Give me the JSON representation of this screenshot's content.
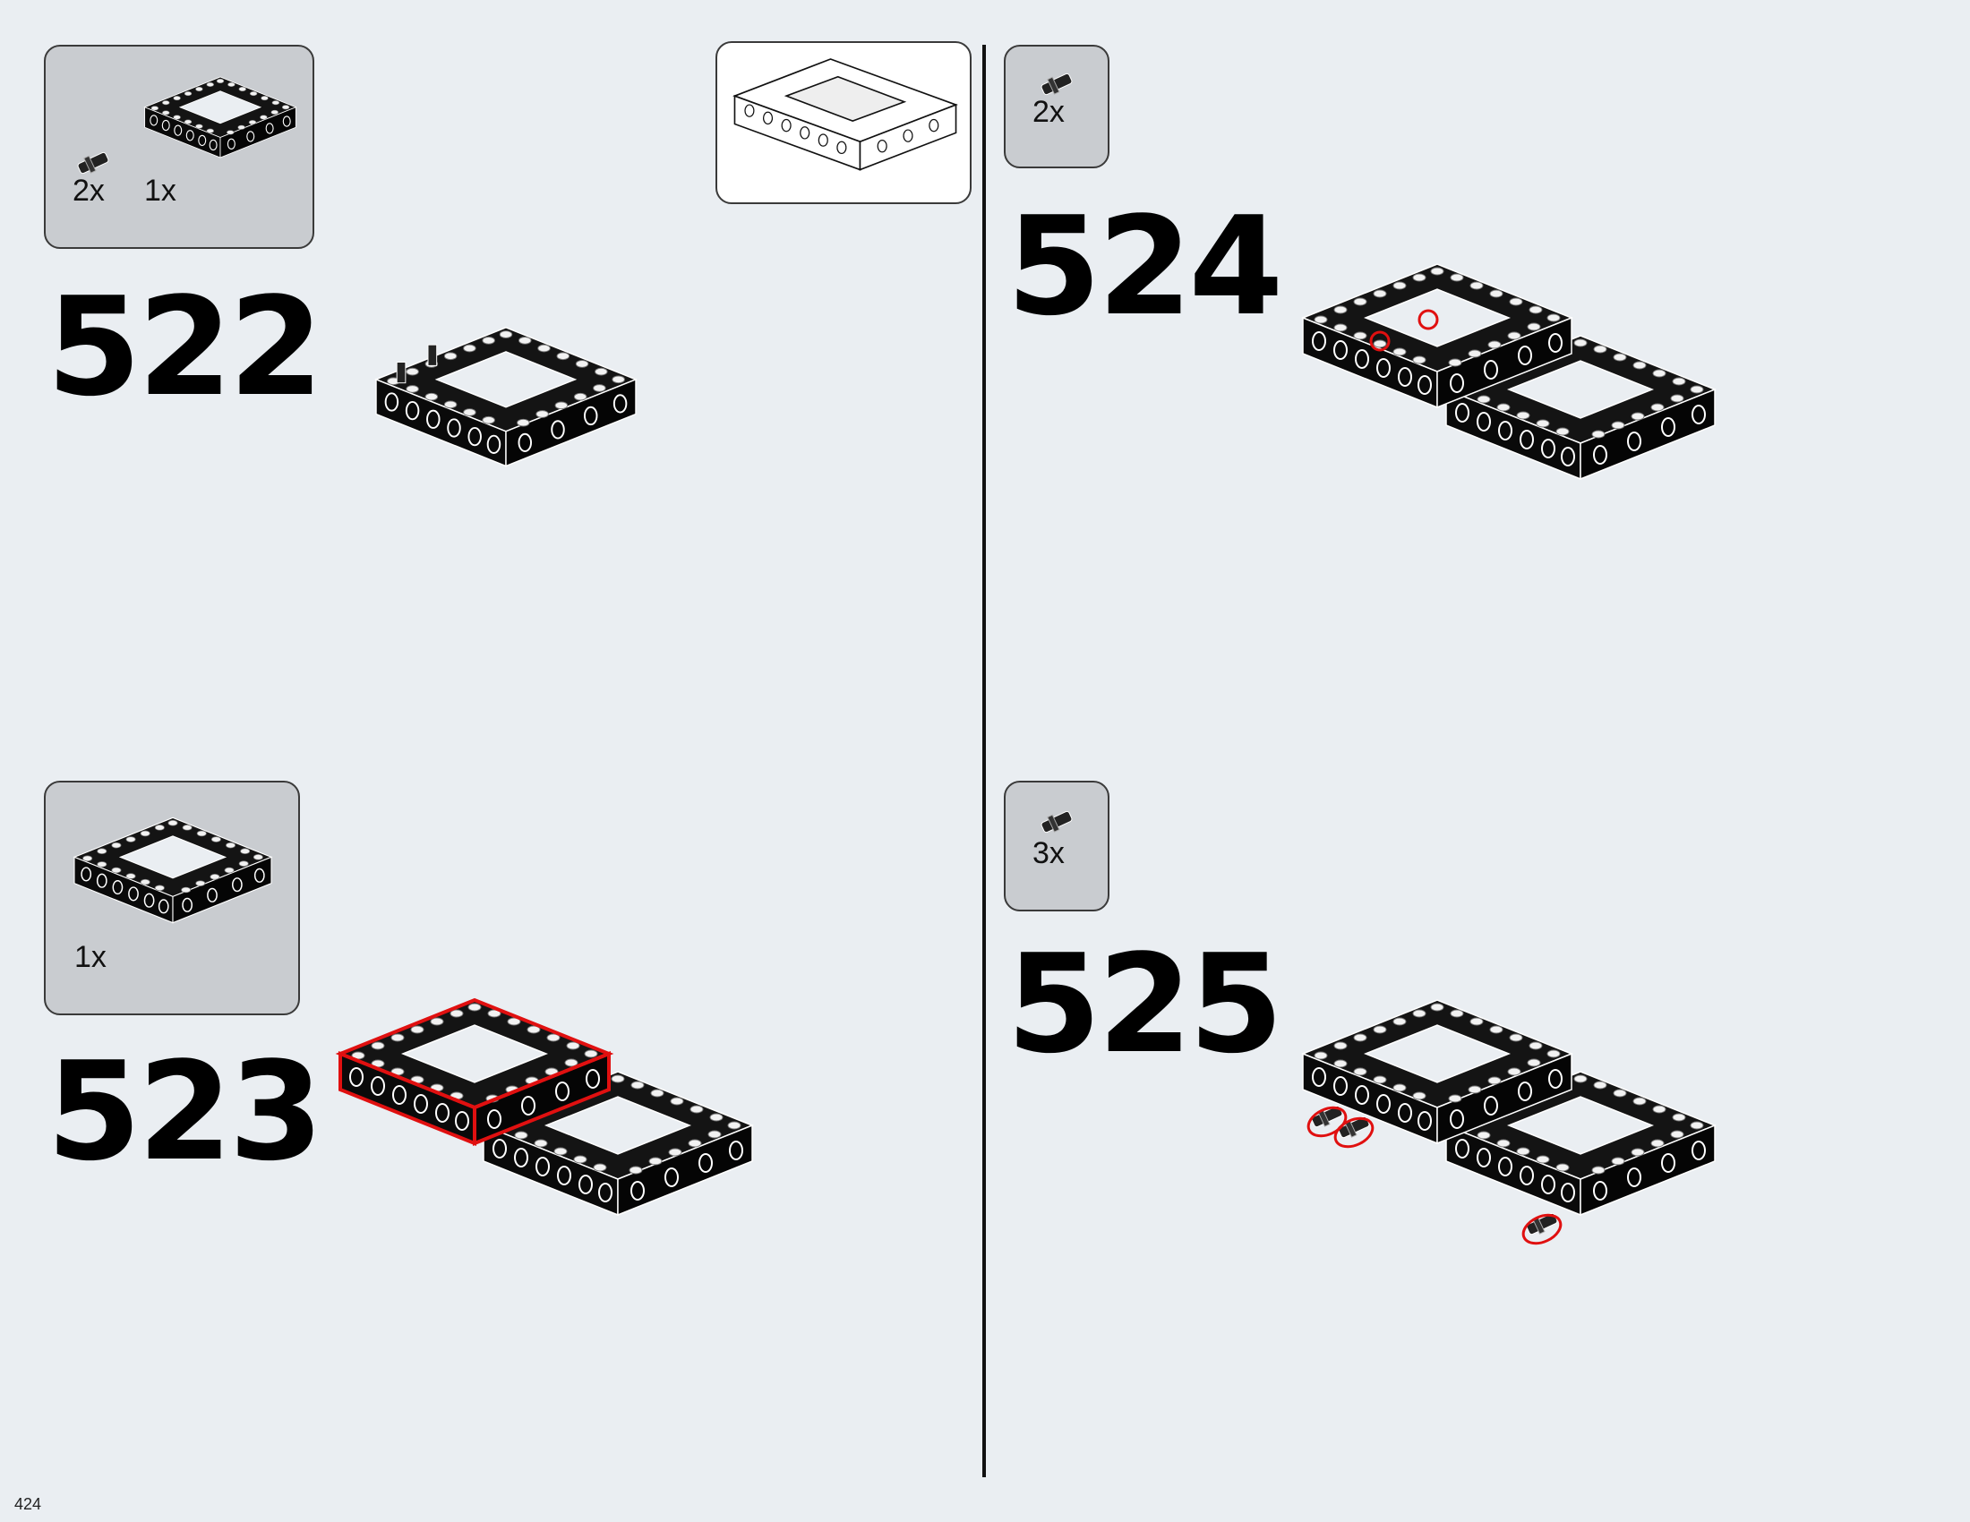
{
  "page": {
    "number": "424",
    "background": "#eaeef2"
  },
  "colors": {
    "brick": "#0d0d0d",
    "stud": "#f2f2f2",
    "highlight": "#e01010",
    "parts_box": "#c9ccd0"
  },
  "steps": [
    {
      "number": "522",
      "parts": [
        {
          "name": "connector-pin-icon",
          "qty": "2x"
        },
        {
          "name": "beam-frame-icon",
          "qty": "1x"
        }
      ]
    },
    {
      "number": "523",
      "parts": [
        {
          "name": "beam-frame-icon",
          "qty": "1x"
        }
      ]
    },
    {
      "number": "524",
      "parts": [
        {
          "name": "connector-pin-icon",
          "qty": "2x"
        }
      ]
    },
    {
      "number": "525",
      "parts": [
        {
          "name": "connector-pin-icon",
          "qty": "3x"
        }
      ]
    }
  ]
}
